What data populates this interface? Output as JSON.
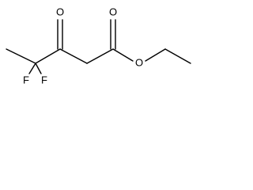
{
  "molecule": {
    "atoms": {
      "O_ketone": "O",
      "O_ester_carbonyl": "O",
      "O_ester": "O",
      "F_left": "F",
      "F_right": "F"
    },
    "colors": {
      "bond": "#000000",
      "label": "#000000",
      "background": "#ffffff"
    }
  }
}
